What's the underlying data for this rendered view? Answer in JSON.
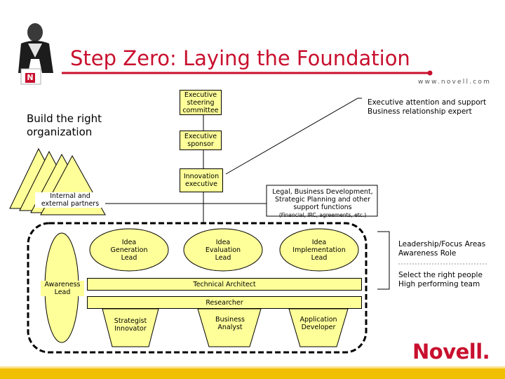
{
  "slide": {
    "title": "Step Zero: Laying the Foundation",
    "website": "www.novell.com",
    "heading_line1": "Build the right",
    "heading_line2": "organization",
    "logo_text": "Novell.",
    "logo_mark": "N"
  },
  "org": {
    "steering": [
      "Executive",
      "steering",
      "committee"
    ],
    "sponsor": [
      "Executive",
      "sponsor"
    ],
    "innovation": [
      "Innovation",
      "executive"
    ],
    "partners": [
      "Internal and",
      "external partners"
    ],
    "legal": [
      "Legal, Business Development,",
      "Strategic Planning and other",
      "support functions"
    ],
    "legal_note": "(Financial, IRC, agreements, etc.)",
    "attention": [
      "Executive attention and support",
      "Business relationship expert"
    ]
  },
  "team": {
    "idea_generation": [
      "Idea",
      "Generation",
      "Lead"
    ],
    "idea_evaluation": [
      "Idea",
      "Evaluation",
      "Lead"
    ],
    "idea_implementation": [
      "Idea",
      "Implementation",
      "Lead"
    ],
    "awareness": [
      "Awareness",
      "Lead"
    ],
    "technical_architect": "Technical Architect",
    "researcher": "Researcher",
    "strategist": [
      "Strategist",
      "Innovator"
    ],
    "business_analyst": [
      "Business",
      "Analyst"
    ],
    "application_developer": [
      "Application",
      "Developer"
    ]
  },
  "notes": {
    "leadership": [
      "Leadership/Focus Areas",
      "Awareness Role"
    ],
    "select": [
      "Select the right people",
      "High performing team"
    ]
  },
  "colors": {
    "brand_red": "#c8102e",
    "shape_fill": "#ffff99",
    "bottom_bar": "#f0c000"
  }
}
